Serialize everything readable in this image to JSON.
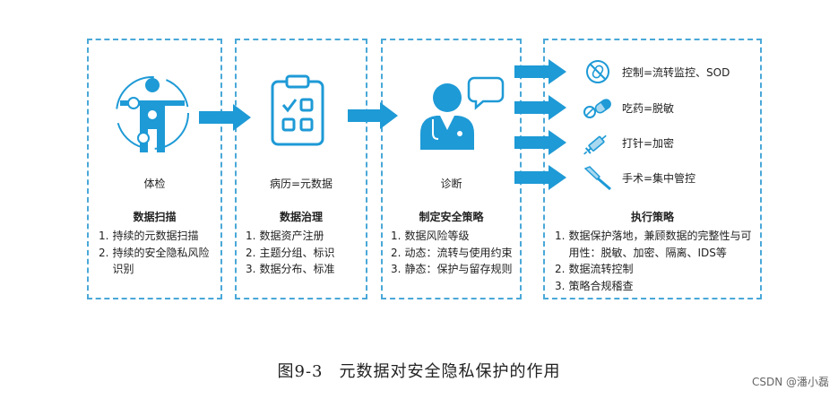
{
  "stages": [
    {
      "caption": "体检",
      "title": "数据扫描",
      "items": [
        {
          "num": "1.",
          "text": "持续的元数据扫描"
        },
        {
          "num": "2.",
          "text": "持续的安全隐私风险识别"
        }
      ]
    },
    {
      "caption": "病历=元数据",
      "title": "数据治理",
      "items": [
        {
          "num": "1.",
          "text": "数据资产注册"
        },
        {
          "num": "2.",
          "text": "主题分组、标识"
        },
        {
          "num": "3.",
          "text": "数据分布、标准"
        }
      ]
    },
    {
      "caption": "诊断",
      "title": "制定安全策略",
      "items": [
        {
          "num": "1.",
          "text": "数据风险等级"
        },
        {
          "num": "2.",
          "text": "动态：流转与使用约束"
        },
        {
          "num": "3.",
          "text": "静态：保护与留存规则"
        }
      ]
    },
    {
      "title": "执行策略",
      "tools": [
        {
          "icon": "no-pill-icon",
          "label": "控制=流转监控、SOD"
        },
        {
          "icon": "capsule-icon",
          "label": "吃药=脱敏"
        },
        {
          "icon": "syringe-icon",
          "label": "打针=加密"
        },
        {
          "icon": "scalpel-icon",
          "label": "手术=集中管控"
        }
      ],
      "items": [
        {
          "num": "1.",
          "text": "数据保护落地，兼顾数据的完整性与可用性：脱敏、加密、隔离、IDS等"
        },
        {
          "num": "2.",
          "text": "数据流转控制"
        },
        {
          "num": "3.",
          "text": "策略合规稽查"
        }
      ]
    }
  ],
  "caption": {
    "number": "图9-3",
    "text": "元数据对安全隐私保护的作用"
  },
  "watermark": "CSDN @潘小磊",
  "colors": {
    "accent": "#1e9ad6",
    "border": "#4aa8d8",
    "icon_light": "#a8d8f0"
  }
}
